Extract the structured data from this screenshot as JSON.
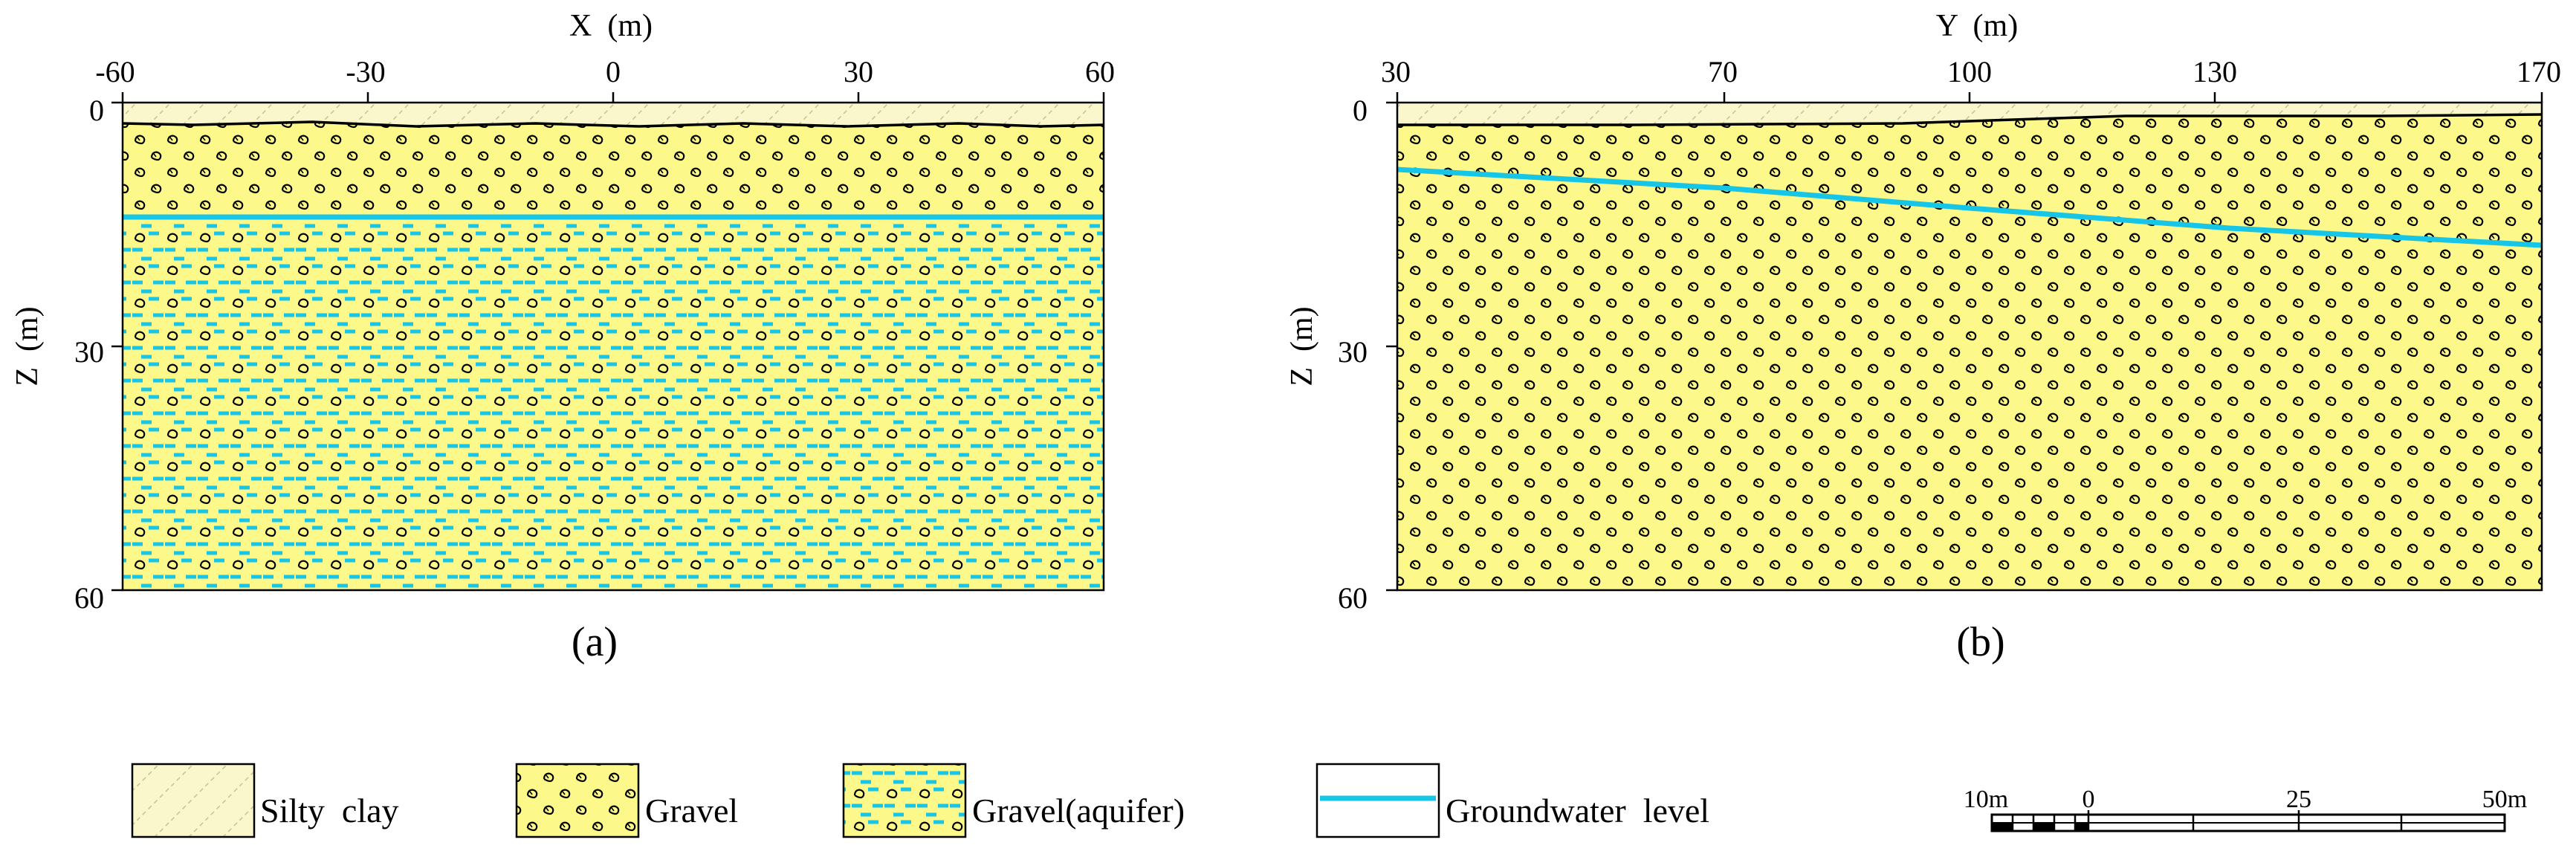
{
  "panel_a": {
    "x_axis_label": "X  (m)",
    "z_axis_label": "Z  (m)",
    "x_ticks": [
      "-60",
      "-30",
      "0",
      "30",
      "60"
    ],
    "z_ticks": [
      "0",
      "30",
      "60"
    ],
    "caption": "(a)"
  },
  "panel_b": {
    "y_axis_label": "Y  (m)",
    "z_axis_label": "Z  (m)",
    "y_ticks": [
      "30",
      "70",
      "100",
      "130",
      "170"
    ],
    "z_ticks": [
      "0",
      "30",
      "60"
    ],
    "caption": "(b)"
  },
  "legend": {
    "silty_clay": "Silty  clay",
    "gravel": "Gravel",
    "gravel_aquifer": "Gravel(aquifer)",
    "groundwater": "Groundwater  level"
  },
  "scale_bar": {
    "labels": [
      "10m",
      "0",
      "25",
      "50m"
    ]
  },
  "colors": {
    "fill_yellow": "#fcf88a",
    "silty_clay_fill": "#fbf7cc",
    "water_cyan": "#17c6e6"
  },
  "chart_data": [
    {
      "type": "diagram",
      "name_in_image": "(a)",
      "x_range": [
        -60,
        60
      ],
      "z_range": [
        0,
        60
      ],
      "x_ticks": [
        -60,
        -30,
        0,
        30,
        60
      ],
      "z_ticks": [
        0,
        30,
        60
      ],
      "layers": [
        {
          "layer": "Silty  clay",
          "top_z": 0,
          "bottom_z": 2
        },
        {
          "layer": "Gravel",
          "top_z": 2,
          "bottom_z": 13.5
        },
        {
          "layer": "Gravel(aquifer)",
          "top_z": 13.5,
          "bottom_z": 60
        }
      ],
      "groundwater_level": {
        "x": [
          -60,
          60
        ],
        "z": [
          13.5,
          13.5
        ]
      }
    },
    {
      "type": "diagram",
      "name_in_image": "(b)",
      "y_range": [
        30,
        170
      ],
      "z_range": [
        0,
        60
      ],
      "y_ticks": [
        30,
        70,
        100,
        130,
        170
      ],
      "z_ticks": [
        0,
        30,
        60
      ],
      "layers": [
        {
          "layer": "Silty  clay",
          "top_z": 0,
          "bottom_z": 2
        },
        {
          "layer": "Gravel",
          "top_z": 2,
          "bottom_z": 60
        }
      ],
      "groundwater_level": {
        "y": [
          30,
          70,
          100,
          130,
          170
        ],
        "z": [
          8,
          10.2,
          12.8,
          15,
          17
        ]
      }
    }
  ]
}
